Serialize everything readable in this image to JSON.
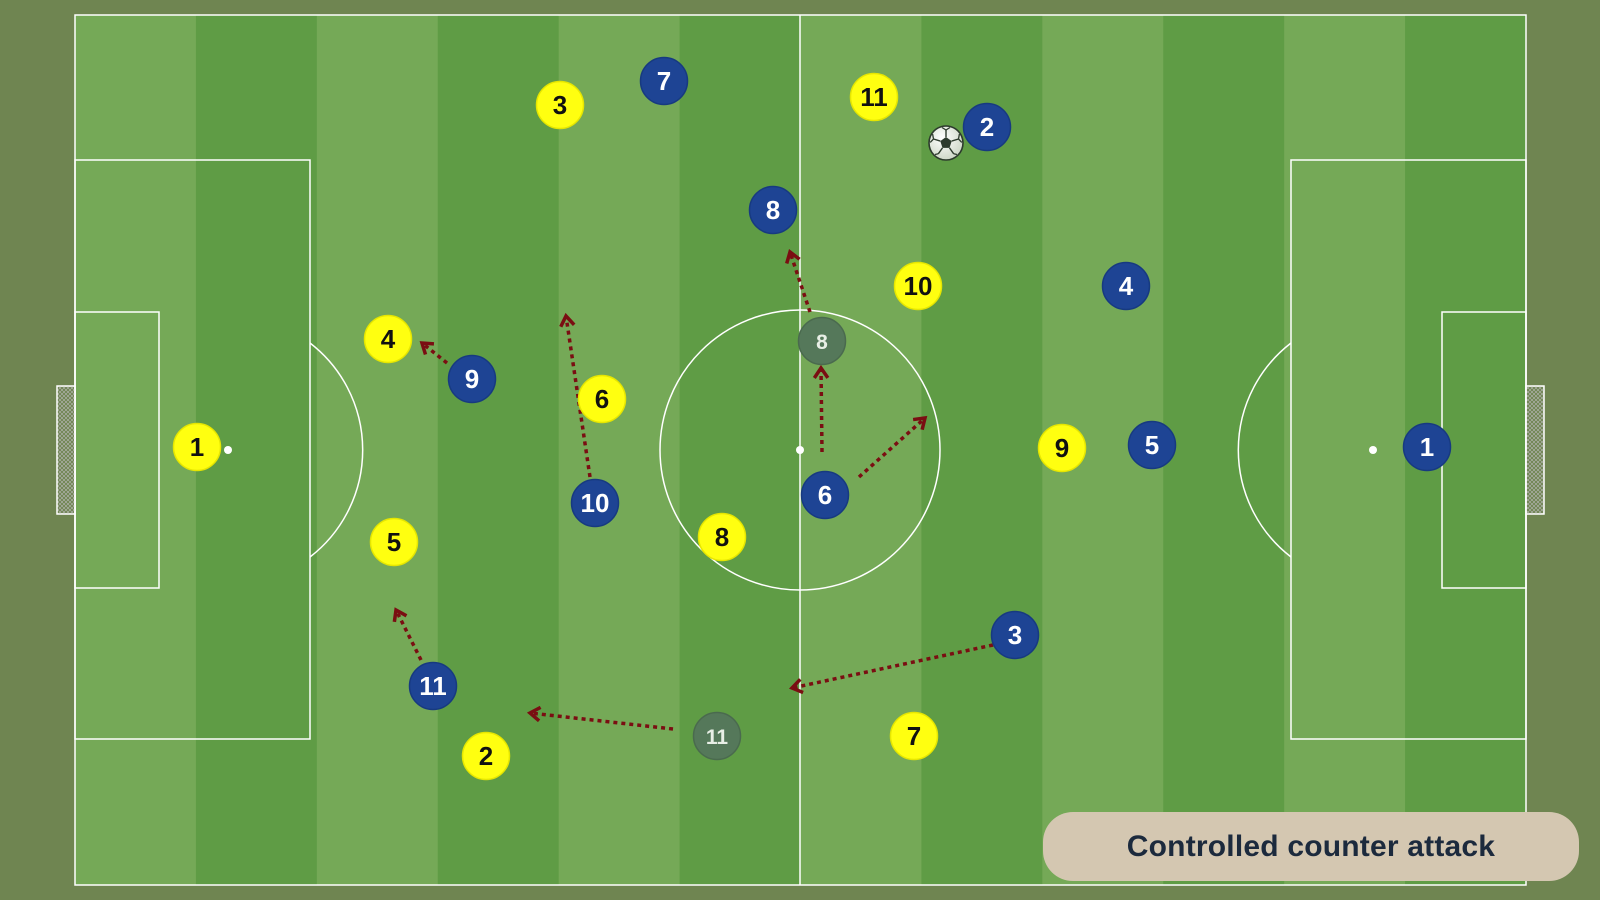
{
  "title": "Controlled counter attack",
  "colors": {
    "pitch_light": "#75a957",
    "pitch_dark": "#5f9c45",
    "lines": "#ffffff",
    "yellow_team": "#ffff10",
    "blue_team": "#1e4494",
    "ghost": "#55785a",
    "arrow": "#7a0e12",
    "caption_bg": "#d4c7b1",
    "caption_text": "#1c2a3d"
  },
  "players": {
    "yellow": [
      {
        "number": "1"
      },
      {
        "number": "3"
      },
      {
        "number": "4"
      },
      {
        "number": "5"
      },
      {
        "number": "2"
      },
      {
        "number": "6"
      },
      {
        "number": "8"
      },
      {
        "number": "11"
      },
      {
        "number": "10"
      },
      {
        "number": "7"
      },
      {
        "number": "9"
      }
    ],
    "blue": [
      {
        "number": "7"
      },
      {
        "number": "2"
      },
      {
        "number": "8"
      },
      {
        "number": "4"
      },
      {
        "number": "9"
      },
      {
        "number": "10"
      },
      {
        "number": "6"
      },
      {
        "number": "5"
      },
      {
        "number": "1"
      },
      {
        "number": "3"
      },
      {
        "number": "11"
      }
    ],
    "ghost": [
      {
        "number": "8"
      },
      {
        "number": "11"
      }
    ]
  },
  "ball_icon": "soccer-ball-icon",
  "goal_icon": "goal-net-icon"
}
